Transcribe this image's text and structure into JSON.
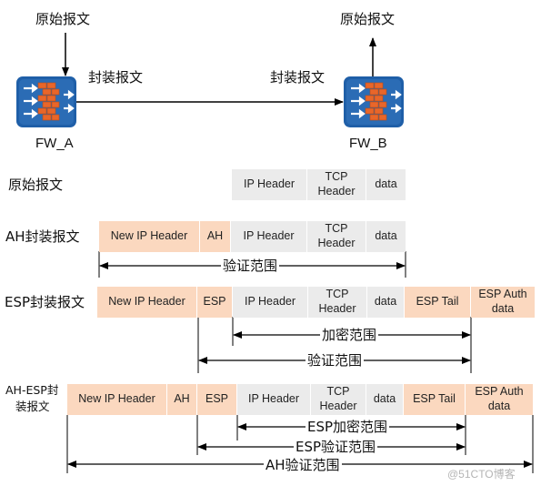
{
  "top": {
    "left_orig_label": "原始报文",
    "right_orig_label": "原始报文",
    "left_encap_label": "封装报文",
    "right_encap_label": "封装报文",
    "fw_a": "FW_A",
    "fw_b": "FW_B"
  },
  "rows": {
    "orig": {
      "label": "原始报文",
      "cells": [
        "IP Header",
        "TCP Header",
        "data"
      ]
    },
    "ah": {
      "label": "AH封装报文",
      "cells": [
        "New IP Header",
        "AH",
        "IP Header",
        "TCP Header",
        "data"
      ],
      "ranges": [
        "验证范围"
      ]
    },
    "esp": {
      "label": "ESP封装报文",
      "cells": [
        "New IP Header",
        "ESP",
        "IP Header",
        "TCP Header",
        "data",
        "ESP Tail",
        "ESP Auth data"
      ],
      "ranges": [
        "加密范围",
        "验证范围"
      ]
    },
    "ahesp": {
      "label_line1": "AH-ESP封",
      "label_line2": "装报文",
      "cells": [
        "New IP Header",
        "AH",
        "ESP",
        "IP Header",
        "TCP Header",
        "data",
        "ESP Tail",
        "ESP Auth data"
      ],
      "ranges": [
        "ESP加密范围",
        "ESP验证范围",
        "AH验证范围"
      ]
    }
  },
  "watermark": "@51CTO博客",
  "colors": {
    "header_cell": "#ebebeb",
    "added_cell": "#fbd8bf",
    "firewall": "#1f5fa8",
    "bricks": "#e8662a"
  }
}
